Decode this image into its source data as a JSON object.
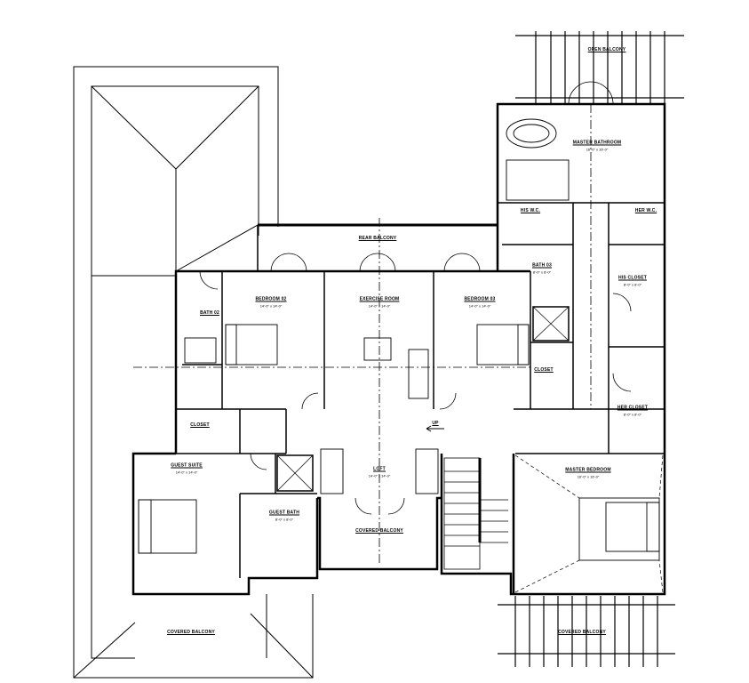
{
  "plan": {
    "rooms": [
      {
        "id": "rear-balcony",
        "name": "REAR BALCONY",
        "dims": ""
      },
      {
        "id": "bedroom-02",
        "name": "BEDROOM 02",
        "dims": "14'-0\" x 14'-0\""
      },
      {
        "id": "exercise-room",
        "name": "EXERCISE ROOM",
        "dims": "14'-0\" x 14'-0\""
      },
      {
        "id": "bedroom-03",
        "name": "BEDROOM 03",
        "dims": "14'-0\" x 14'-0\""
      },
      {
        "id": "master-bathroom",
        "name": "MASTER BATHROOM",
        "dims": "16'-0\" x 16'-0\""
      },
      {
        "id": "his-wc",
        "name": "HIS W.C.",
        "dims": ""
      },
      {
        "id": "her-wc",
        "name": "HER W.C.",
        "dims": ""
      },
      {
        "id": "bath-02",
        "name": "BATH 02",
        "dims": ""
      },
      {
        "id": "bath-03",
        "name": "BATH 03",
        "dims": "8'-0\" x 8'-0\""
      },
      {
        "id": "his-closet",
        "name": "HIS CLOSET",
        "dims": "8'-0\" x 8'-0\""
      },
      {
        "id": "her-closet",
        "name": "HER CLOSET",
        "dims": "8'-0\" x 8'-0\""
      },
      {
        "id": "closet-left",
        "name": "CLOSET",
        "dims": ""
      },
      {
        "id": "closet-right",
        "name": "CLOSET",
        "dims": ""
      },
      {
        "id": "guest-suite",
        "name": "GUEST SUITE",
        "dims": "14'-0\" x 14'-0\""
      },
      {
        "id": "guest-bath",
        "name": "GUEST BATH",
        "dims": "8'-0\" x 8'-0\""
      },
      {
        "id": "loft",
        "name": "LOFT",
        "dims": "14'-0\" x 14'-0\""
      },
      {
        "id": "covered-balcony-center",
        "name": "COVERED BALCONY",
        "dims": ""
      },
      {
        "id": "master-bedroom",
        "name": "MASTER BEDROOM",
        "dims": "16'-0\" x 16'-0\""
      },
      {
        "id": "covered-balcony-left",
        "name": "COVERED BALCONY",
        "dims": ""
      },
      {
        "id": "covered-balcony-right",
        "name": "COVERED BALCONY",
        "dims": ""
      },
      {
        "id": "open-balcony",
        "name": "OPEN BALCONY",
        "dims": ""
      }
    ],
    "stair_label": "UP"
  }
}
